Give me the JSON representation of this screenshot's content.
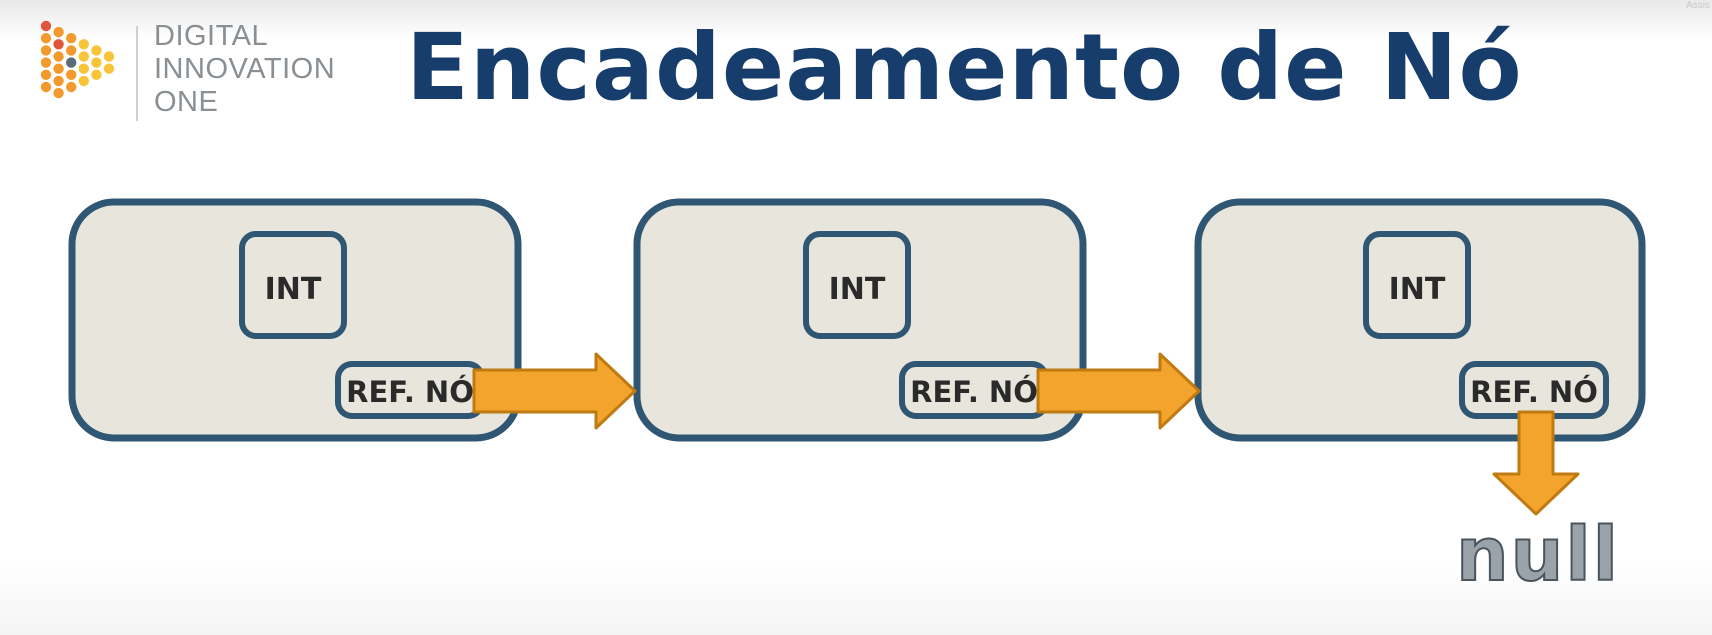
{
  "watermark": "Assis",
  "logo": {
    "line1": "DIGITAL",
    "line2": "INNOVATION",
    "line3": "ONE"
  },
  "title": "Encadeamento de Nó",
  "nodes": [
    {
      "value_label": "INT",
      "ref_label": "REF. NÓ"
    },
    {
      "value_label": "INT",
      "ref_label": "REF. NÓ"
    },
    {
      "value_label": "INT",
      "ref_label": "REF. NÓ"
    }
  ],
  "terminal": {
    "label": "null"
  },
  "colors": {
    "title": "#173d6c",
    "node_border": "#2f5673",
    "node_fill": "#e8e6dc",
    "arrow_fill": "#f2a42c",
    "arrow_stroke": "#c07a12",
    "logo_text": "#8a8f93",
    "logo_orange": "#f29a2e",
    "logo_yellow": "#f7c43a",
    "logo_red": "#e0563b"
  },
  "icons": {
    "logo": "dio-play-dots-icon",
    "link_arrow": "arrow-right-icon",
    "terminal_arrow": "arrow-down-icon"
  }
}
